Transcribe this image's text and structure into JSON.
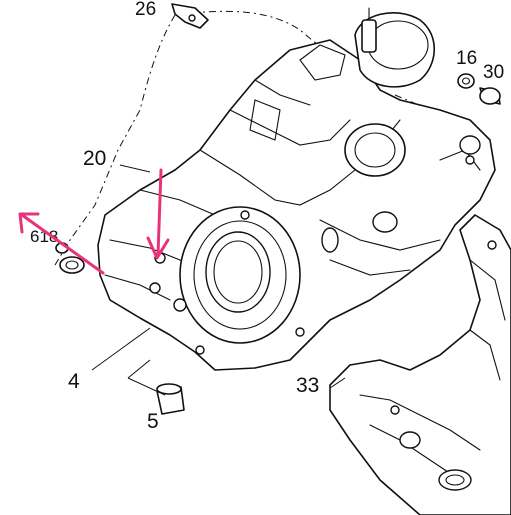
{
  "callouts": {
    "c26": "26",
    "c16": "16",
    "c30": "30",
    "c20": "20",
    "c618": "618",
    "c4": "4",
    "c5": "5",
    "c33": "33"
  },
  "colors": {
    "annotation": "#e8337c",
    "line": "#111111",
    "background": "#ffffff"
  }
}
